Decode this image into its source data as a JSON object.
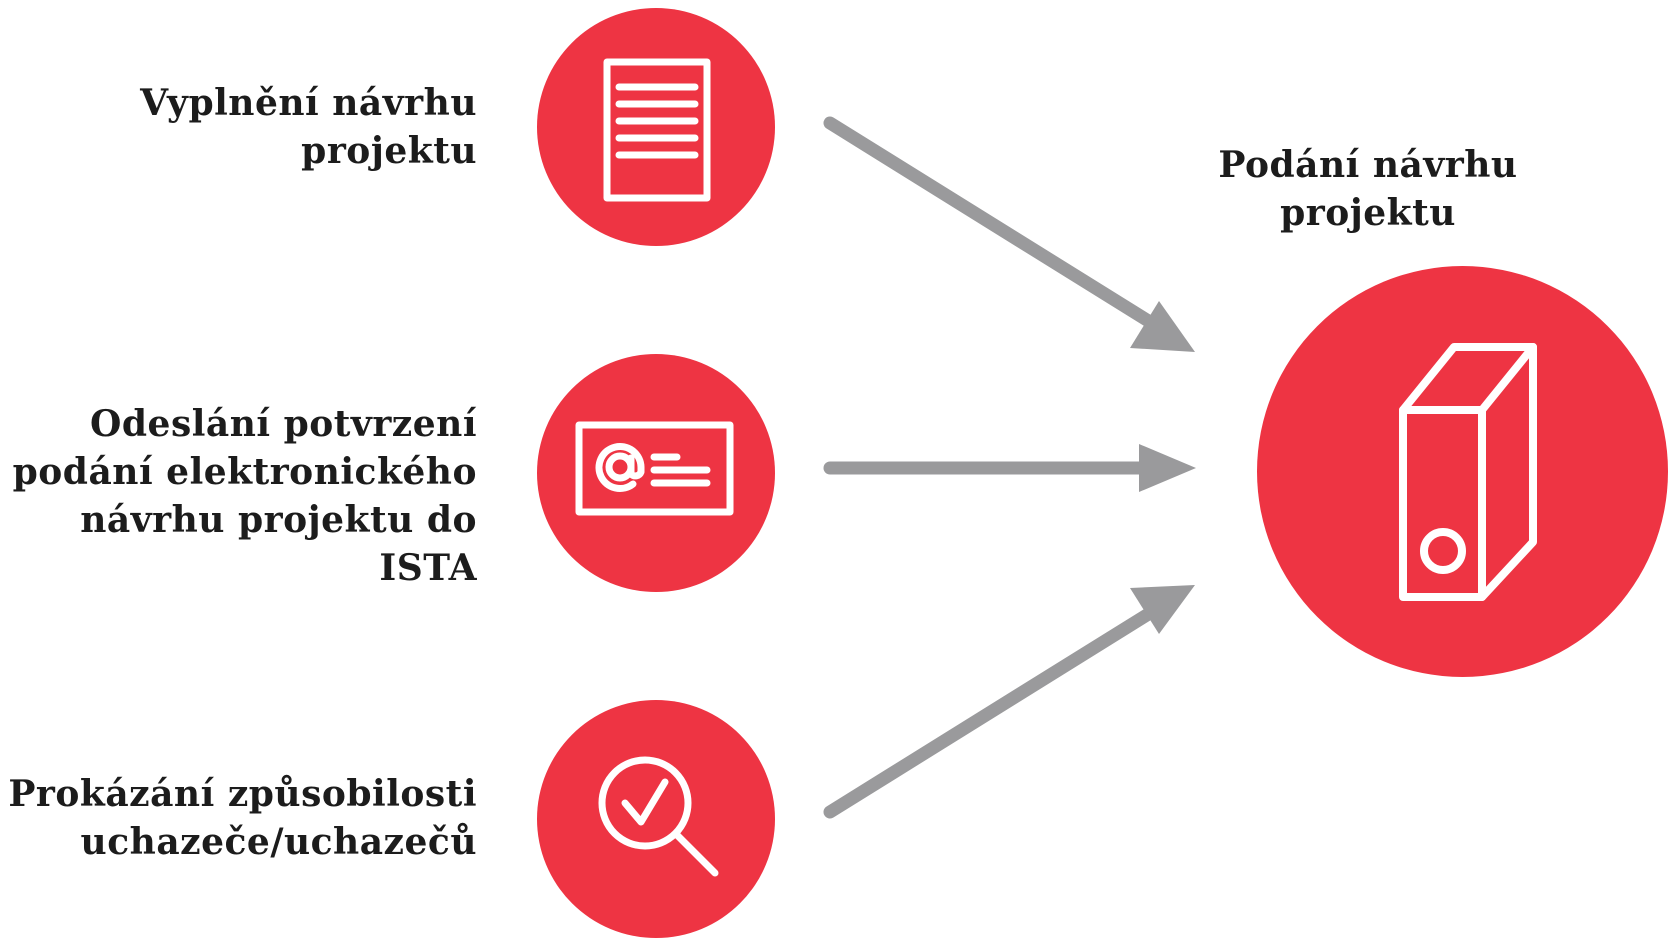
{
  "steps": [
    {
      "label_lines": [
        "Vyplnění návrhu",
        "projektu"
      ],
      "icon": "document-icon"
    },
    {
      "label_lines": [
        "Odeslání potvrzení",
        "podání elektronického",
        "návrhu projektu do ISTA"
      ],
      "icon": "email-card-icon"
    },
    {
      "label_lines": [
        "Prokázání způsobilosti",
        "uchazeče/uchazečů"
      ],
      "icon": "magnifier-check-icon"
    }
  ],
  "target": {
    "label_lines": [
      "Podání návrhu",
      "projektu"
    ],
    "icon": "binder-icon"
  },
  "colors": {
    "accent": "#ee3443",
    "arrow": "#9a9a9c",
    "text": "#1c1c1c"
  }
}
